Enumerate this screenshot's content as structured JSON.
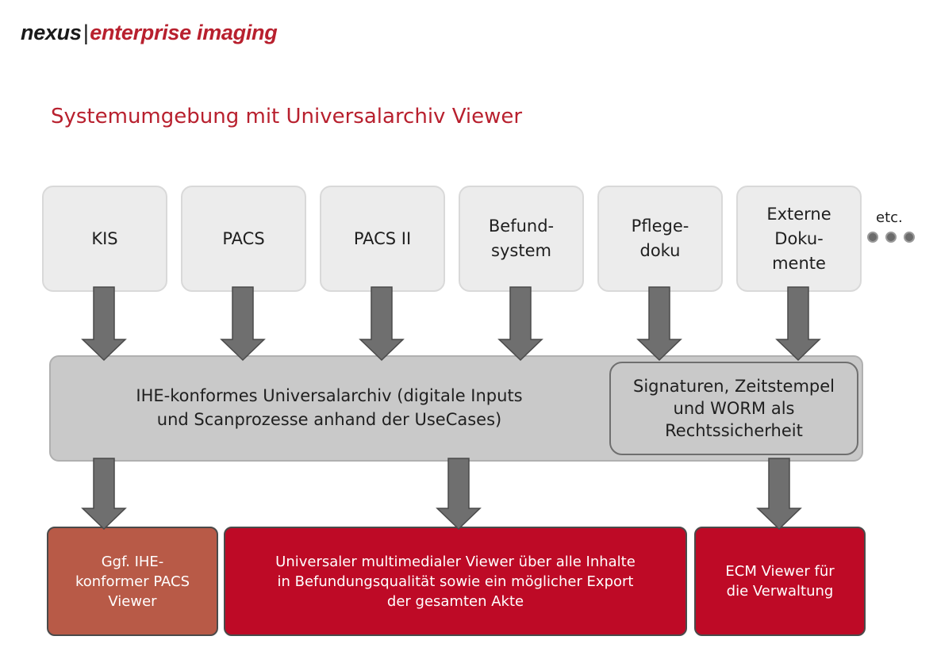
{
  "logo": {
    "brand": "nexus",
    "separator": "|",
    "product": "enterprise imaging"
  },
  "title": "Systemumgebung mit Universalarchiv Viewer",
  "sources": [
    {
      "label": "KIS"
    },
    {
      "label": "PACS"
    },
    {
      "label": "PACS II"
    },
    {
      "label": "Befund-\nsystem"
    },
    {
      "label": "Pflege-\ndoku"
    },
    {
      "label": "Externe\nDoku-\nmente"
    }
  ],
  "etc": "etc.",
  "archive": {
    "text": "IHE-konformes Universalarchiv (digitale Inputs und Scanprozesse anhand der UseCases)",
    "signature": "Signaturen, Zeitstempel\nund WORM als\nRechtssicherheit"
  },
  "outputs": [
    {
      "label": "Ggf. IHE-\nkonformer PACS\nViewer",
      "color": "#b85a47"
    },
    {
      "label": "Universaler multimedialer Viewer über alle Inhalte\nin Befundungsqualität sowie ein möglicher Export\nder gesamten Akte",
      "color": "#be0a26"
    },
    {
      "label": "ECM Viewer für\ndie Verwaltung",
      "color": "#be0a26"
    }
  ],
  "colors": {
    "brand_red": "#b8202e",
    "arrow": "#6f6f6f",
    "arrow_edge": "#4a4a4a"
  }
}
